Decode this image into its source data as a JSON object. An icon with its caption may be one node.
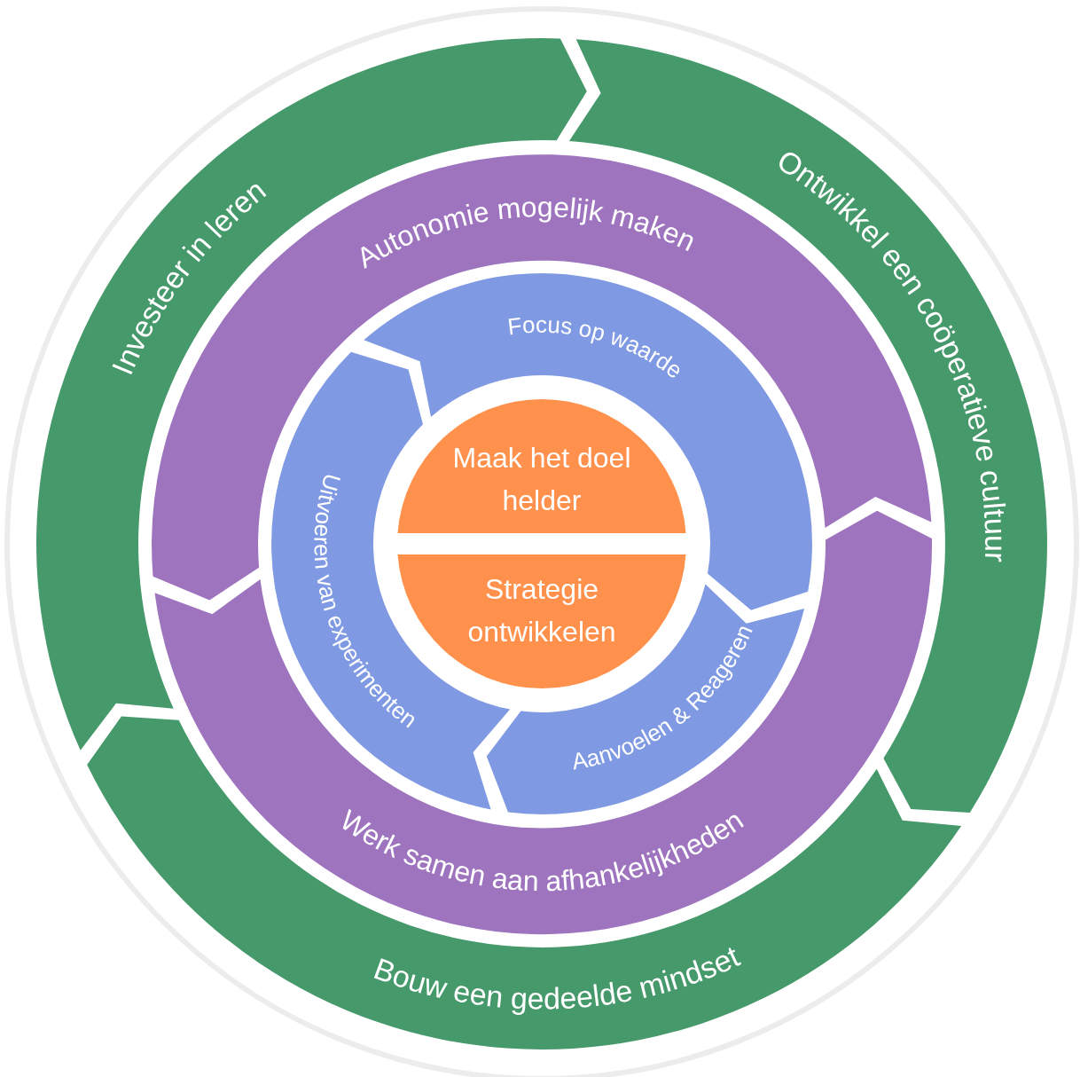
{
  "diagram": {
    "nodes": [
      {
        "text": [
          "Investeer in leren"
        ]
      },
      {
        "text": [
          "Ontwikkel een coöperatieve cultuur"
        ]
      },
      {
        "text": [
          "Bouw een gedeelde mindset"
        ]
      },
      {
        "text": [
          "Autonomie mogelijk maken"
        ]
      },
      {
        "text": [
          "Werk samen aan afhankelijkheden"
        ]
      },
      {
        "text": [
          "Focus op waarde"
        ]
      },
      {
        "text": [
          "Aanvoelen & Reageren"
        ]
      },
      {
        "text": [
          "Uitvoeren van experimenten"
        ]
      },
      {
        "text": [
          "Maak het doel helder"
        ]
      },
      {
        "text": [
          "Strategie ontwikkelen"
        ]
      }
    ]
  }
}
